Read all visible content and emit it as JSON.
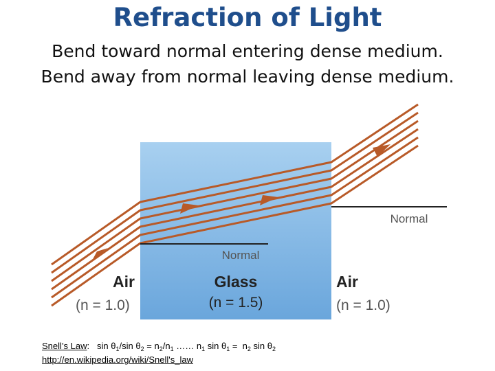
{
  "title": "Refraction of Light",
  "subtitle_line1": "Bend toward normal entering dense medium.",
  "subtitle_line2": "Bend away from normal leaving dense medium.",
  "diagram": {
    "left_medium": {
      "name": "Air",
      "index": "(n = 1.0)"
    },
    "middle_medium": {
      "name": "Glass",
      "index": "(n = 1.5)"
    },
    "right_medium": {
      "name": "Air",
      "index": "(n = 1.0)"
    },
    "normal_label_left": "Normal",
    "normal_label_right": "Normal",
    "colors": {
      "glass": "#9cc8ec",
      "ray": "#b85a28",
      "text_dark": "#222222",
      "text_gray": "#555555"
    }
  },
  "snell": {
    "label": "Snell’s Law",
    "colon": ":",
    "sin": "sin",
    "theta": "θ",
    "slash": "/",
    "eq": "=",
    "n": "n",
    "s1": "1",
    "s2": "2",
    "dots": "……",
    "link": "http://en.wikipedia.org/wiki/Snell's_law"
  }
}
